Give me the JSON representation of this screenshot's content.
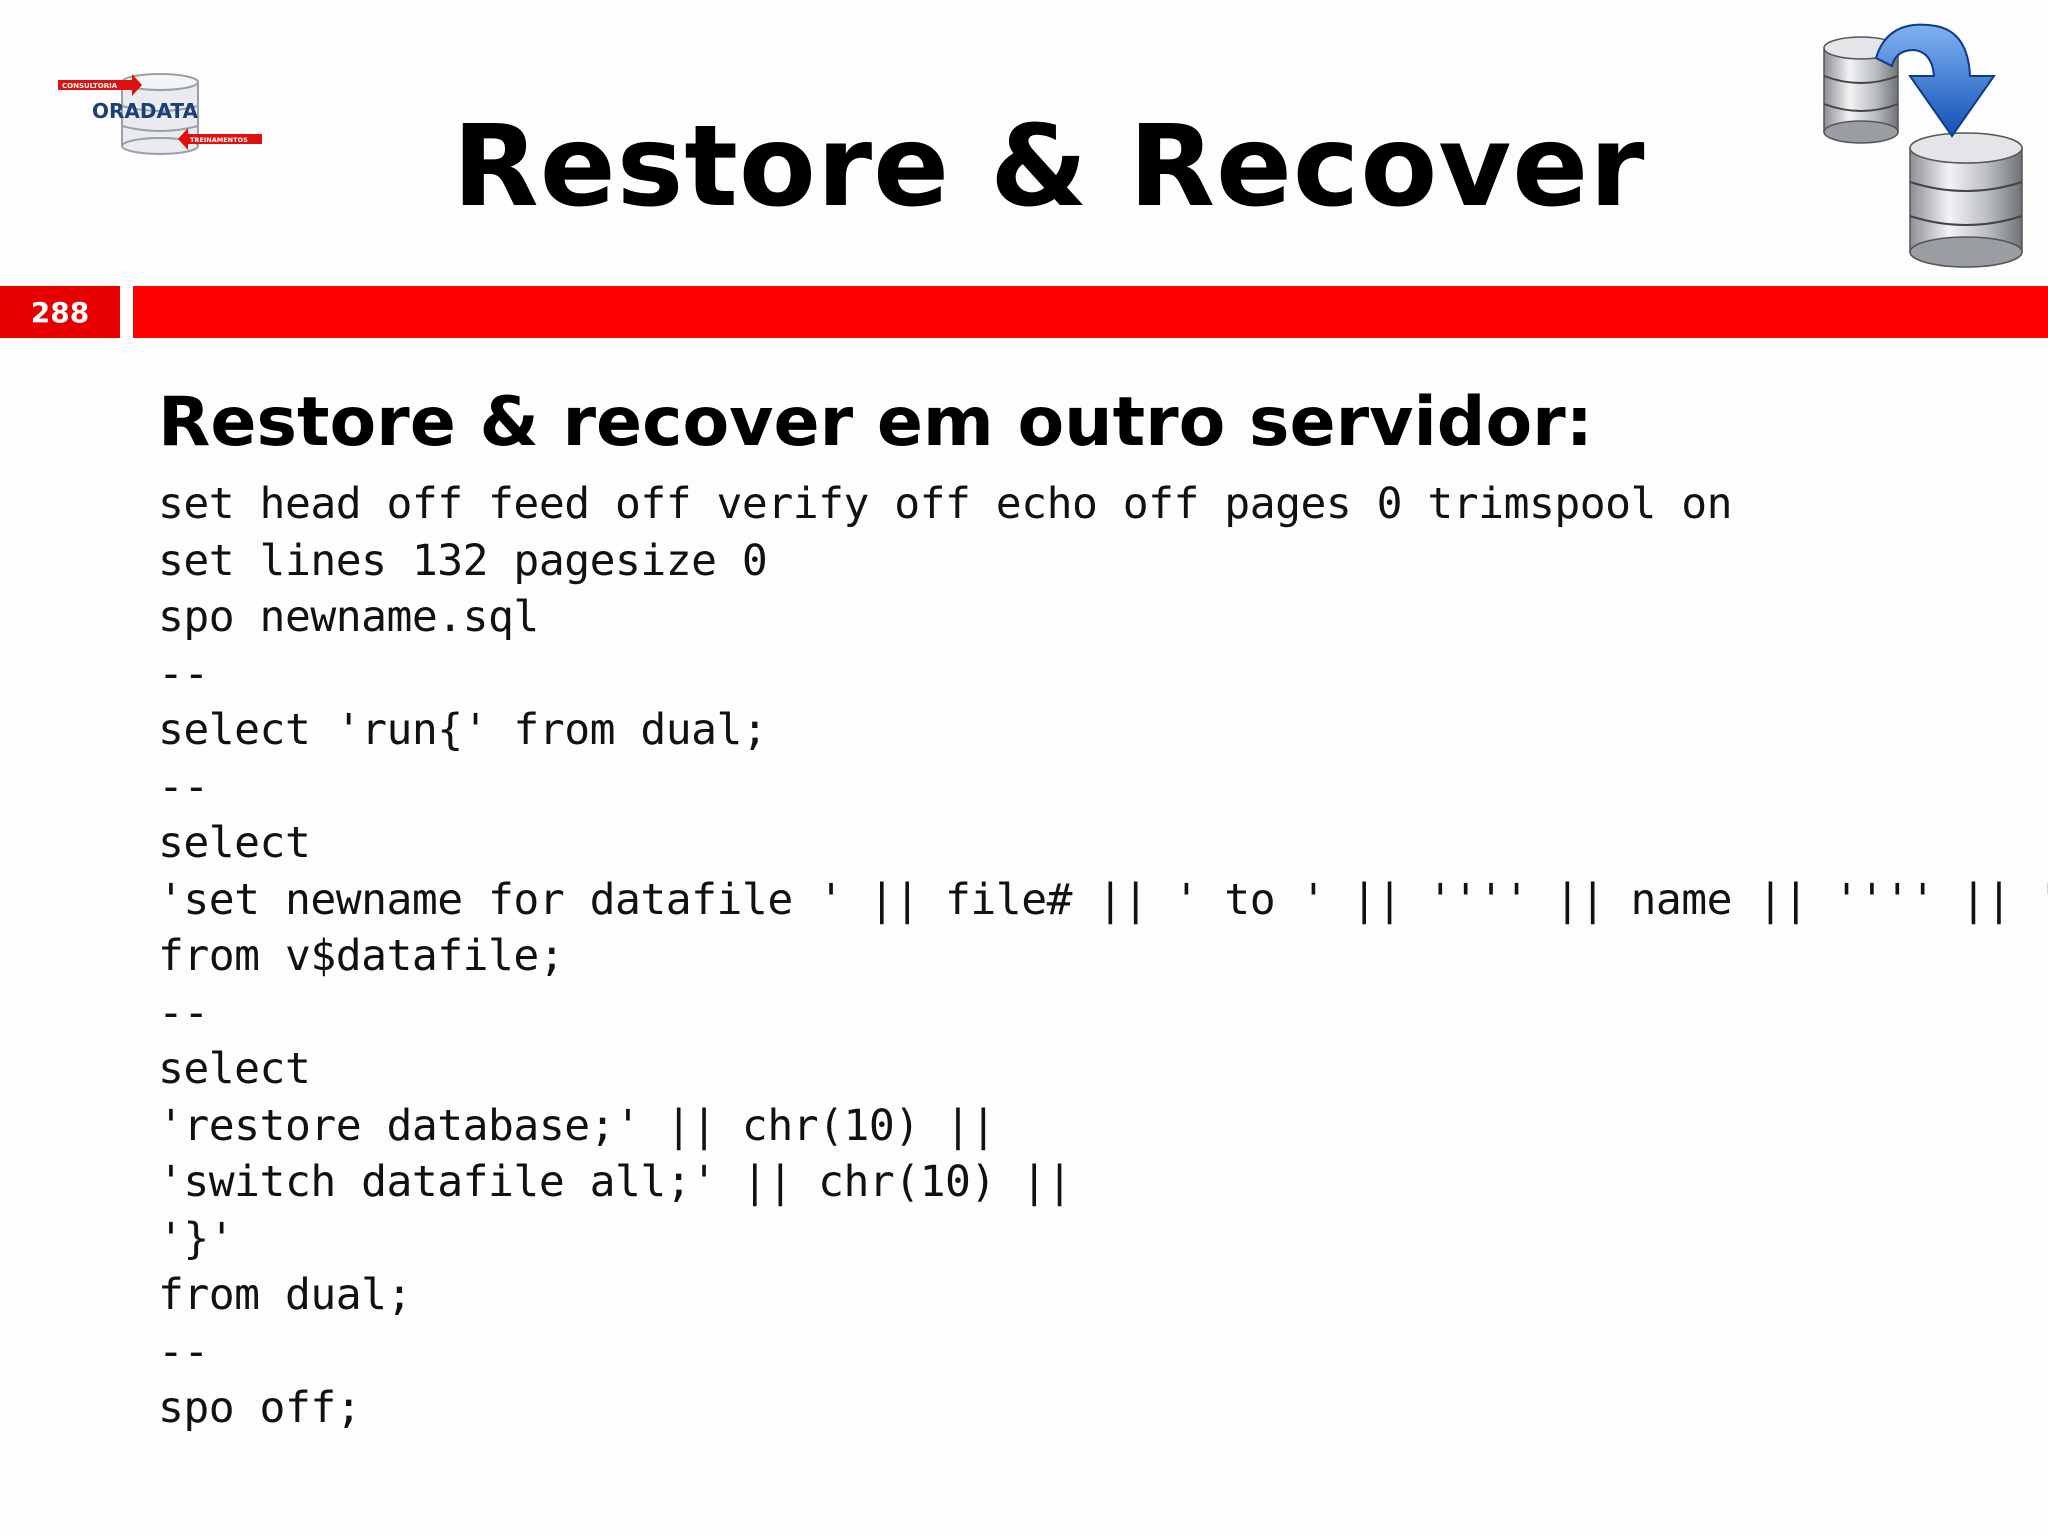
{
  "logo": {
    "brand": "ORADATA",
    "tag_top": "CONSULTORIA",
    "tag_bottom": "TREINAMENTOS"
  },
  "title": "Restore & Recover",
  "slide_number": "288",
  "subtitle": "Restore & recover em outro servidor:",
  "code_lines": [
    "set head off feed off verify off echo off pages 0 trimspool on",
    "set lines 132 pagesize 0",
    "spo newname.sql",
    "--",
    "select 'run{' from dual;",
    "--",
    "select",
    "'set newname for datafile ' || file# || ' to ' || '''' || name || '''' || ';'",
    "from v$datafile;",
    "--",
    "select",
    "'restore database;' || chr(10) ||",
    "'switch datafile all;' || chr(10) ||",
    "'}'",
    "from dual;",
    "--",
    "spo off;"
  ],
  "colors": {
    "accent_red": "#ff0000",
    "page_number_bg": "#e60000",
    "arrow_blue": "#1f6fd6"
  },
  "icons": [
    "oradata-logo",
    "database-restore-icon"
  ]
}
